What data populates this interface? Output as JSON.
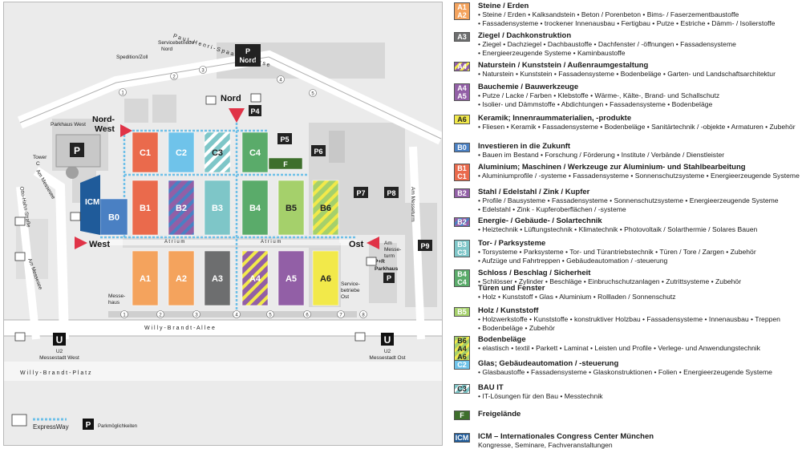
{
  "colors": {
    "orange": "#f4a35d",
    "red": "#ea6a4c",
    "cyan": "#6fc3ea",
    "teal": "#7ec6c8",
    "green": "#5aab6a",
    "lime": "#a5d06b",
    "yellow": "#f2e94a",
    "purple": "#925fa6",
    "grey": "#6d6e6f",
    "blue": "#4a80c3",
    "navy": "#1f5b9a",
    "dark-green": "#3e6f2c",
    "arrow-red": "#e03347",
    "expressway": "#6fc0e8"
  },
  "map": {
    "halls": [
      {
        "code": "C1",
        "color": "red"
      },
      {
        "code": "C2",
        "color": "cyan"
      },
      {
        "code": "C3",
        "color": "teal",
        "pattern": "teal"
      },
      {
        "code": "C4",
        "color": "green"
      },
      {
        "code": "B0",
        "color": "blue"
      },
      {
        "code": "B1",
        "color": "red"
      },
      {
        "code": "B2",
        "color": "purple",
        "pattern": "bluepurple"
      },
      {
        "code": "B3",
        "color": "teal"
      },
      {
        "code": "B4",
        "color": "green"
      },
      {
        "code": "B5",
        "color": "lime"
      },
      {
        "code": "B6",
        "color": "lime",
        "pattern": "limeyellow"
      },
      {
        "code": "A1",
        "color": "orange"
      },
      {
        "code": "A2",
        "color": "orange"
      },
      {
        "code": "A3",
        "color": "grey"
      },
      {
        "code": "A4",
        "color": "purple",
        "pattern": "purpleyellow"
      },
      {
        "code": "A5",
        "color": "purple"
      },
      {
        "code": "A6",
        "color": "yellow"
      },
      {
        "code": "F",
        "color": "dark-green"
      }
    ],
    "entrances": {
      "nord": "Nord",
      "nordwest": [
        "Nord-",
        "West"
      ],
      "west": "West",
      "ost": "Ost",
      "icm": "ICM"
    },
    "parking": [
      "P4",
      "P5",
      "P6",
      "P7",
      "P8",
      "P9"
    ],
    "parking_nord": [
      "P",
      "Nord"
    ],
    "labels": {
      "servicebetriebe_nord": [
        "Servicebetriebe",
        "Nord"
      ],
      "spedition": "Spedition/Zoll",
      "parkhaus_west": "Parkhaus West",
      "tower": [
        "Tower",
        "C"
      ],
      "am_messesee_1": "Am Messesee",
      "am_messesee_2": "Am Messesee",
      "otto_strasse": "Otto-Hahn-Straße",
      "paul_strasse": "P a u l - H e n r i - S p a a k - S t r a s s e",
      "am_messeturm_road": "Am Messeturm",
      "am_messeturm": [
        "Am",
        "Messe-",
        "turm"
      ],
      "pr_parkhaus": [
        "P+R",
        "Parkhaus"
      ],
      "servicebetriebe_ost": [
        "Service-",
        "betriebe",
        "Ost"
      ],
      "messehaus": [
        "Messe-",
        "haus"
      ],
      "atrium_1": "A t r i u m",
      "atrium_2": "A t r i u m",
      "willy_allee": "W i l l y - B r a n d t - A l l e e",
      "willy_platz": "W i l l y - B r a n d t - P l a t z",
      "u2_west": [
        "U2",
        "Messestadt West"
      ],
      "u2_ost": [
        "U2",
        "Messestadt Ost"
      ],
      "u": "U",
      "expressway": "ExpressWay",
      "parkmoeglichkeiten": "Parkmöglichkeiten",
      "p": "P",
      "gate_numbers": [
        "1",
        "2",
        "3",
        "4",
        "5",
        "6",
        "7",
        "8"
      ],
      "road_numbers": [
        "1",
        "2",
        "3",
        "4",
        "5"
      ]
    }
  },
  "legend": [
    {
      "codes": [
        "A1",
        "A2"
      ],
      "color": "orange",
      "title": "Steine / Erden",
      "lines": [
        "• Steine / Erden  • Kalksandstein  • Beton / Porenbeton  • Bims- / Faserzementbaustoffe",
        "• Fassadensysteme  • trockener Innenausbau  • Fertigbau  • Putze  • Estriche  • Dämm- / Isolierstoffe"
      ]
    },
    {
      "codes": [
        "A3"
      ],
      "color": "grey",
      "title": "Ziegel / Dachkonstruktion",
      "lines": [
        "• Ziegel  • Dachziegel  • Dachbaustoffe  • Dachfenster / -öffnungen  • Fassadensysteme",
        "• Energieerzeugende Systeme  • Kaminbaustoffe"
      ]
    },
    {
      "codes": [
        "A4"
      ],
      "color": "purple",
      "pattern": "purpleyellow",
      "title": "Naturstein / Kunststein / Außenraumgestaltung",
      "lines": [
        "• Naturstein  • Kunststein  • Fassadensysteme  • Bodenbeläge  • Garten- und Landschaftsarchitektur"
      ]
    },
    {
      "codes": [
        "A4",
        "A5"
      ],
      "color": "purple",
      "title": "Bauchemie / Bauwerkzeuge",
      "lines": [
        "• Putze / Lacke / Farben  • Klebstoffe  • Wärme-, Kälte-, Brand- und Schallschutz",
        "• Isolier- und Dämmstoffe  • Abdichtungen  • Fassadensysteme  • Bodenbeläge"
      ]
    },
    {
      "codes": [
        "A6"
      ],
      "color": "yellow",
      "dark": true,
      "title": "Keramik; Innenraummaterialien, -produkte",
      "lines": [
        "• Fliesen  • Keramik  • Fassadensysteme  • Bodenbeläge  • Sanitärtechnik / -objekte  • Armaturen  • Zubehör"
      ]
    },
    {
      "codes": [
        "B0"
      ],
      "color": "blue",
      "title": "Investieren in die Zukunft",
      "lines": [
        "• Bauen im Bestand  • Forschung / Förderung  • Institute / Verbände / Dienstleister"
      ]
    },
    {
      "codes": [
        "B1",
        "C1"
      ],
      "color": "red",
      "title": "Aluminium; Maschinen / Werkzeuge zur Aluminium- und Stahlbearbeitung",
      "lines": [
        "• Aluminiumprofile / -systeme  • Fassadensysteme  • Sonnenschutzsysteme  • Energieerzeugende Systeme"
      ]
    },
    {
      "codes": [
        "B2"
      ],
      "color": "purple",
      "title": "Stahl / Edelstahl / Zink / Kupfer",
      "lines": [
        "• Profile / Bausysteme  • Fassadensysteme  • Sonnenschutzsysteme  • Energieerzeugende Systeme",
        "• Edelstahl  • Zink - Kupferoberflächen / -systeme"
      ]
    },
    {
      "codes": [
        "B2"
      ],
      "color": "purple",
      "pattern": "bluepurple",
      "title": "Energie- / Gebäude- / Solartechnik",
      "lines": [
        "• Heiztechnik  • Lüftungstechnik  • Klimatechnik  • Photovoltaik / Solarthermie / Solares Bauen"
      ]
    },
    {
      "codes": [
        "B3",
        "C3"
      ],
      "color": "teal",
      "title": "Tor- / Parksysteme",
      "lines": [
        "• Torsysteme  • Parksysteme  • Tor- und Türantriebstechnik  • Türen / Tore / Zargen  • Zubehör",
        "• Aufzüge und Fahrtreppen  • Gebäudeautomation / -steuerung"
      ]
    },
    {
      "codes": [
        "B4",
        "C4"
      ],
      "color": "green",
      "title": "Schloss / Beschlag / Sicherheit",
      "lines": [
        "• Schlösser  • Zylinder  • Beschläge  • Einbruchschutzanlagen  • Zutrittsysteme  • Zubehör"
      ]
    },
    {
      "codes": [],
      "color": "",
      "title": "Türen und Fenster",
      "lines": [
        "• Holz  • Kunststoff  • Glas  • Aluminium  • Rollladen / Sonnenschutz"
      ]
    },
    {
      "codes": [
        "B5"
      ],
      "color": "lime",
      "title": "Holz / Kunststoff",
      "lines": [
        "• Holzwerkstoffe  • Kunststoffe  • konstruktiver Holzbau  • Fassadensysteme  • Innenausbau  • Treppen",
        "• Bodenbeläge  • Zubehör"
      ]
    },
    {
      "codes": [
        "B6",
        "A4 A6"
      ],
      "color": "yellow",
      "pattern": "limeyellow",
      "dark": true,
      "title": "Bodenbeläge",
      "lines": [
        "• elastisch  • textil  • Parkett  • Laminat  • Leisten und Profile  • Verlege- und Anwendungstechnik"
      ]
    },
    {
      "codes": [
        "C2"
      ],
      "color": "cyan",
      "title": "Glas; Gebäudeautomation / -steuerung",
      "lines": [
        "• Glasbaustoffe  • Fassadensysteme  • Glaskonstruktionen  • Folien  • Energieerzeugende Systeme"
      ]
    },
    {
      "codes": [
        "C3"
      ],
      "color": "teal",
      "pattern": "teal",
      "title": "BAU IT",
      "lines": [
        "• IT-Lösungen für den Bau  • Messtechnik"
      ]
    },
    {
      "codes": [
        "F"
      ],
      "color": "dark-green",
      "title": "Freigelände",
      "lines": []
    },
    {
      "codes": [
        "ICM"
      ],
      "color": "navy",
      "title": "ICM – Internationales Congress Center München",
      "lines": [
        "Kongresse, Seminare, Fachveranstaltungen"
      ]
    }
  ]
}
